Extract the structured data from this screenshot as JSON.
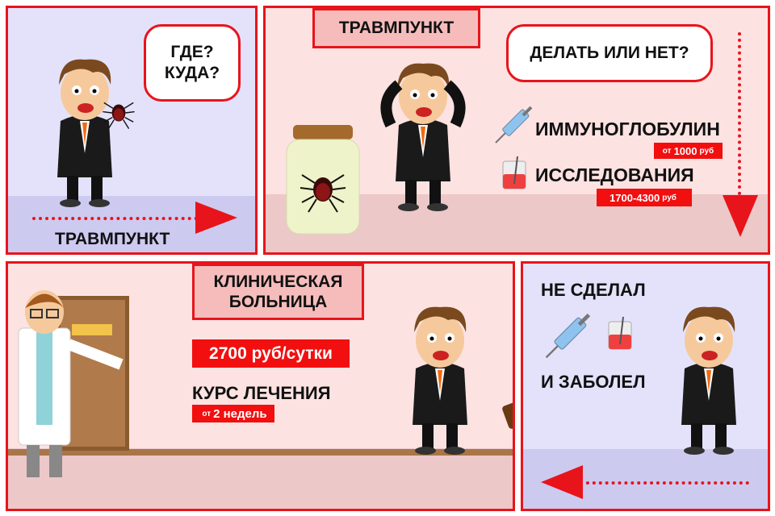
{
  "panel1": {
    "bubble": [
      "ГДЕ?",
      "КУДА?"
    ],
    "destination": "ТРАВМПУНКТ"
  },
  "panel2": {
    "title": "ТРАВМПУНКТ",
    "bubble": "ДЕЛАТЬ ИЛИ НЕТ?",
    "items": [
      {
        "icon": "syringe-icon",
        "label": "ИММУНОГЛОБУЛИН",
        "price_prefix": "от",
        "price": "1000",
        "price_suffix": "руб"
      },
      {
        "icon": "beaker-icon",
        "label": "ИССЛЕДОВАНИЯ",
        "price_prefix": "",
        "price": "1700-4300",
        "price_suffix": "руб"
      }
    ]
  },
  "panel3": {
    "title": [
      "КЛИНИЧЕСКАЯ",
      "БОЛЬНИЦА"
    ],
    "daily_cost": "2700 руб/сутки",
    "course_label": "КУРС ЛЕЧЕНИЯ",
    "course_prefix": "от",
    "course_value": "2 недель"
  },
  "panel4": {
    "line1": "НЕ СДЕЛАЛ",
    "line2": "И ЗАБОЛЕЛ"
  },
  "colors": {
    "accent": "#e8141b",
    "lavender": "#e4e2fb",
    "pink": "#fde2e2"
  }
}
